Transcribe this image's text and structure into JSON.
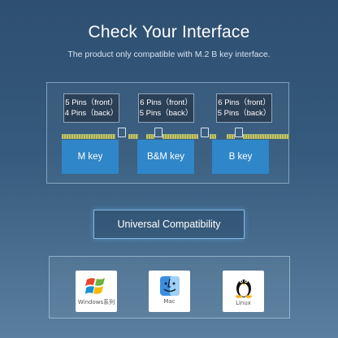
{
  "header": {
    "title": "Check Your Interface",
    "subtitle": "The product only compatible with M.2 B key interface."
  },
  "keys": [
    {
      "front": "5 Pins（front）",
      "back": "4 Pins（back）",
      "label": "M key"
    },
    {
      "front": "6 Pins（front）",
      "back": "5 Pins（back）",
      "label": "B&M key"
    },
    {
      "front": "6 Pins（front）",
      "back": "5 Pins（back）",
      "label": "B key"
    }
  ],
  "compat_button": {
    "label": "Universal Compatibility"
  },
  "os": [
    {
      "label": "Windows系列",
      "icon": "windows-logo-icon"
    },
    {
      "label": "Mac",
      "icon": "mac-finder-icon"
    },
    {
      "label": "Linux",
      "icon": "linux-tux-icon"
    }
  ],
  "colors": {
    "background_top": "#2e4f70",
    "background_bottom": "#5a7f9f",
    "key_card": "#2f86c8",
    "pin_box": "#2b3f55",
    "accent_border": "#7fb7e6"
  }
}
